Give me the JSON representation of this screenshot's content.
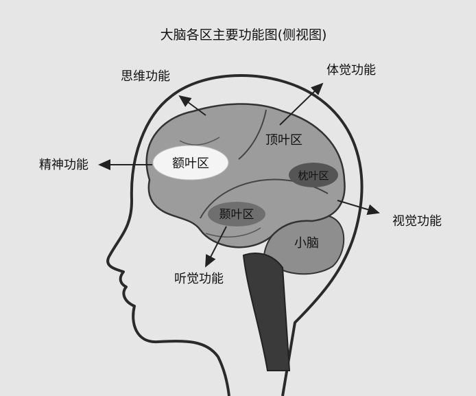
{
  "title": "大脑各区主要功能图(侧视图)",
  "regions": {
    "frontal": "额叶区",
    "parietal": "顶叶区",
    "occipital": "枕叶区",
    "temporal": "颞叶区",
    "cerebellum": "小脑"
  },
  "functions": {
    "thinking": "思维功能",
    "mental": "精神功能",
    "somatosensory": "体觉功能",
    "visual": "视觉功能",
    "auditory": "听觉功能"
  },
  "colors": {
    "background": "#e6e6e6",
    "cerebrum": "#9c9c9c",
    "cerebellum": "#8e8e8e",
    "brainstem": "#3a3a3a",
    "highlight_frontal": "#f4f4f4",
    "highlight_dark": "#555555"
  }
}
